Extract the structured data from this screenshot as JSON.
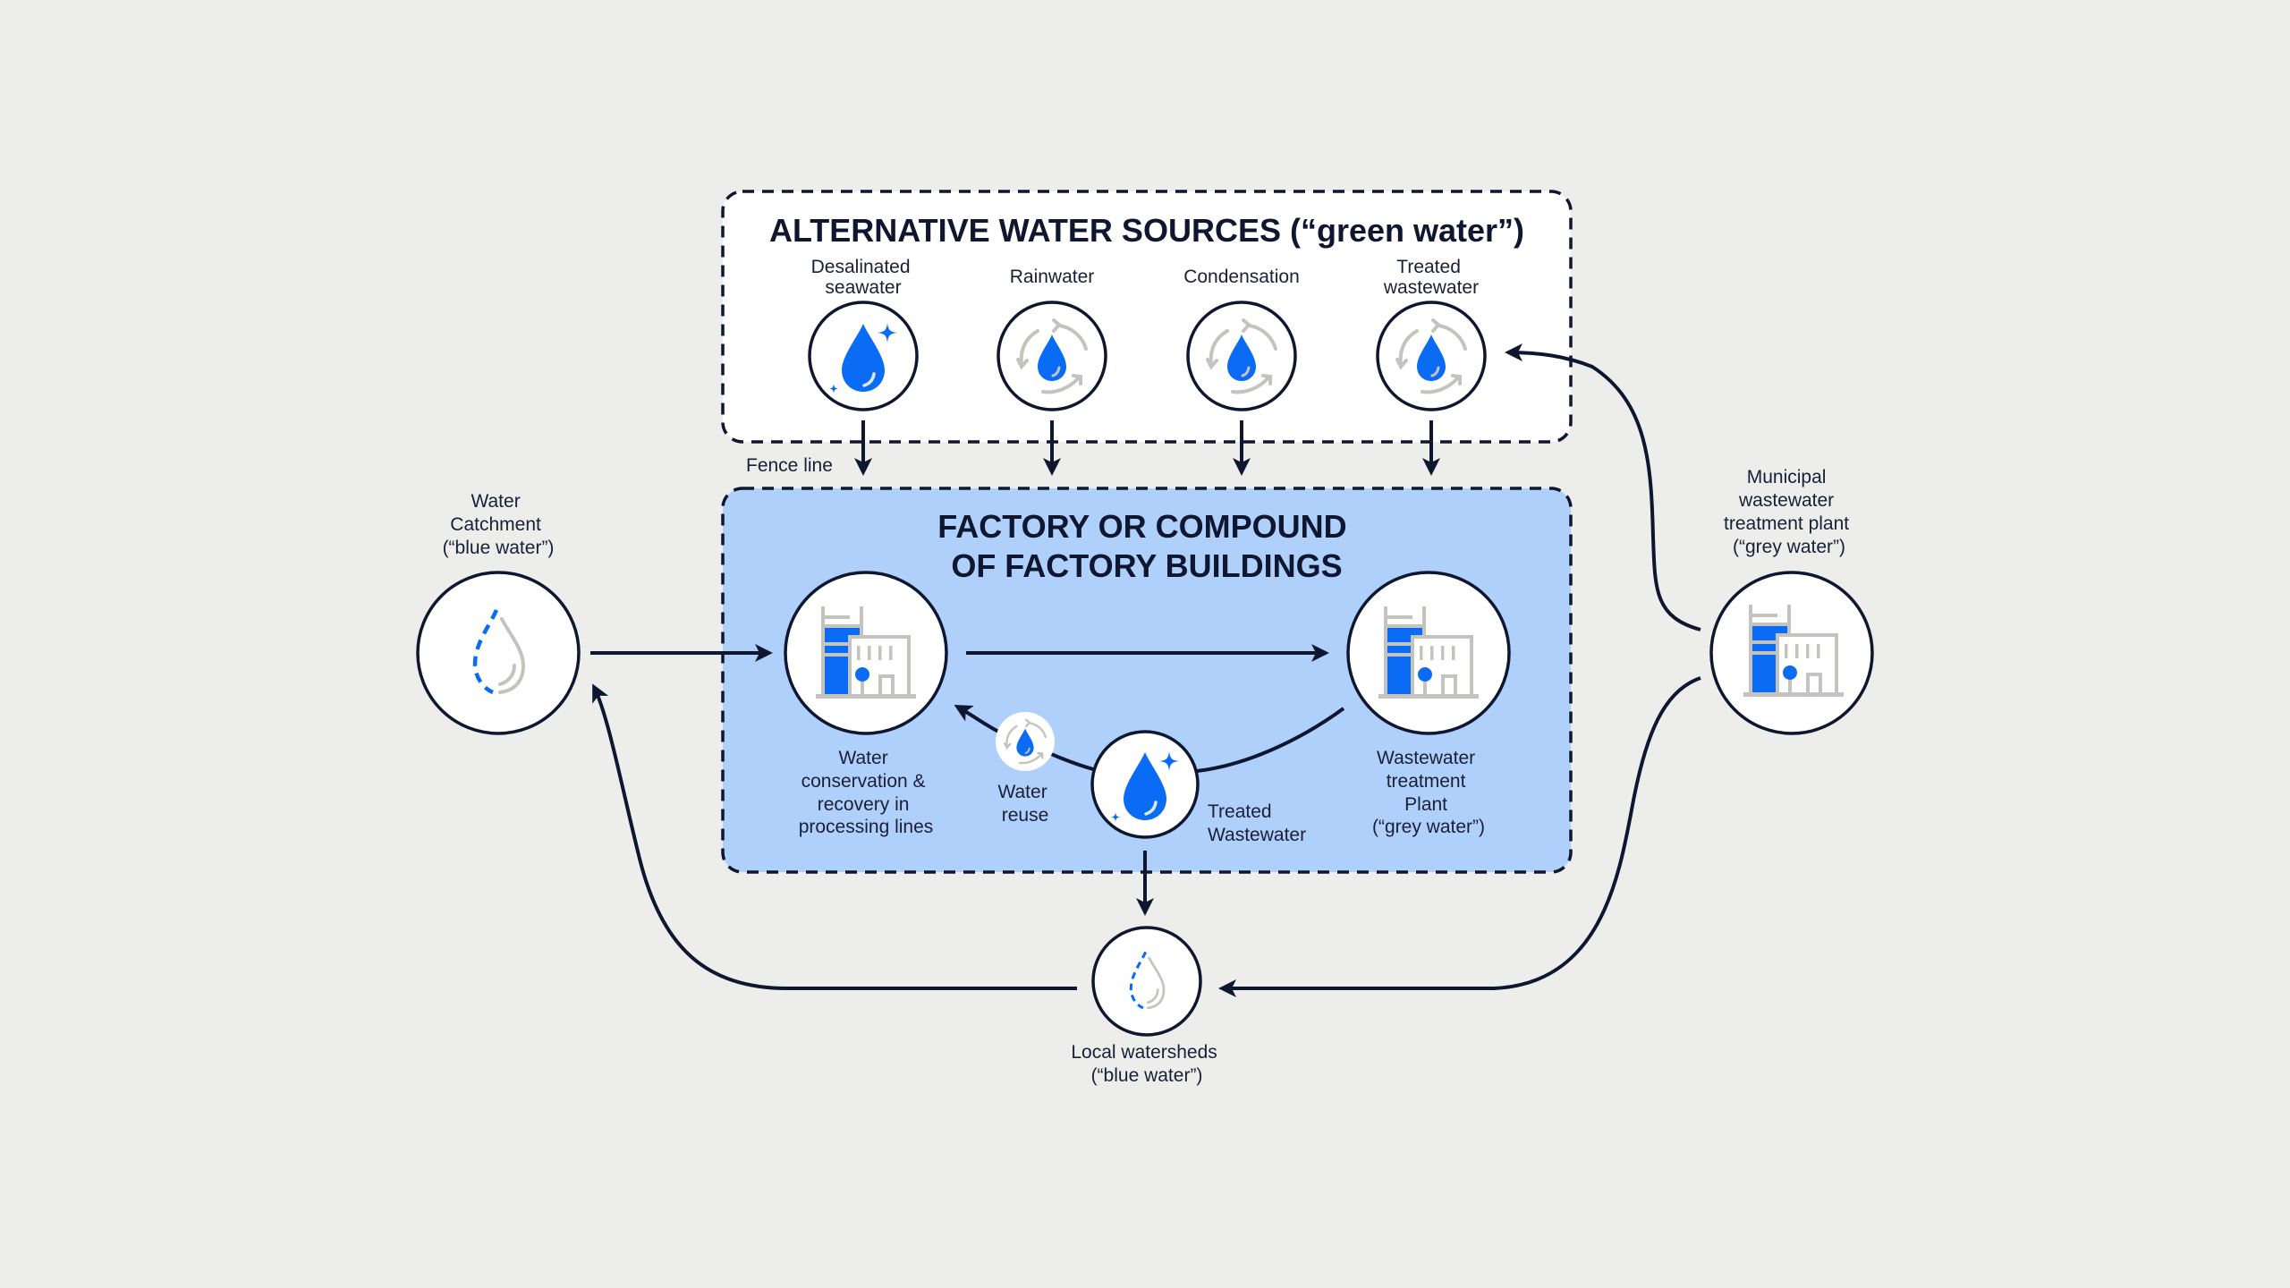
{
  "colors": {
    "background": "#ededeb",
    "ink": "#0f1630",
    "accent_blue": "#0a6cf5",
    "factory_fill": "#b0d0fc",
    "icon_grey": "#c4c3bd"
  },
  "alternative_sources": {
    "title": "ALTERNATIVE WATER SOURCES (“green water”)",
    "items": [
      {
        "label_lines": [
          "Desalinated",
          "seawater"
        ],
        "icon": "sparkling-water-drop-icon"
      },
      {
        "label_lines": [
          "Rainwater"
        ],
        "icon": "recycle-water-drop-icon"
      },
      {
        "label_lines": [
          "Condensation"
        ],
        "icon": "recycle-water-drop-icon"
      },
      {
        "label_lines": [
          "Treated",
          "wastewater"
        ],
        "icon": "recycle-water-drop-icon"
      }
    ]
  },
  "fence_line": "Fence line",
  "factory": {
    "title_lines": [
      "FACTORY OR COMPOUND",
      "OF FACTORY BUILDINGS"
    ],
    "conservation": {
      "label_lines": [
        "Water",
        "conservation &",
        "recovery in",
        "processing lines"
      ],
      "icon": "factory-building-icon"
    },
    "treatment_plant": {
      "label_lines": [
        "Wastewater",
        "treatment",
        "Plant",
        "(“grey water”)"
      ],
      "icon": "factory-building-icon"
    },
    "water_reuse": {
      "label_lines": [
        "Water",
        "reuse"
      ],
      "icon": "recycle-water-drop-icon"
    },
    "treated_wastewater": {
      "label_lines": [
        "Treated",
        "Wastewater"
      ],
      "icon": "sparkling-water-drop-icon"
    }
  },
  "water_catchment": {
    "label_lines": [
      "Water",
      "Catchment",
      "(“blue water”)"
    ],
    "icon": "dashed-water-drop-icon"
  },
  "municipal_plant": {
    "label_lines": [
      "Municipal",
      "wastewater",
      "treatment plant",
      "(“grey water”)"
    ],
    "icon": "factory-building-icon"
  },
  "local_watersheds": {
    "label_lines": [
      "Local watersheds",
      "(“blue water”)"
    ],
    "icon": "dashed-water-drop-icon"
  }
}
